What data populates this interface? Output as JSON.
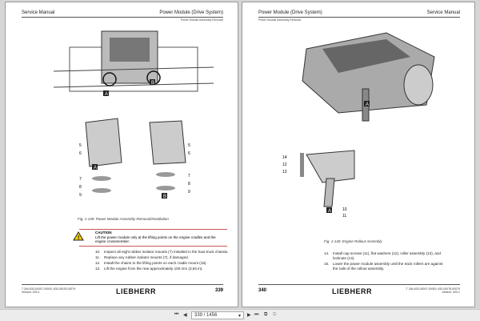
{
  "left_page": {
    "header_left": "Service Manual",
    "header_right": "Power Module (Drive System)",
    "subheader": "Power Module Assembly Removal",
    "figure_caption": "Fig. 1-139: Power Module Assembly Removal/Installation",
    "callouts": [
      "A",
      "B",
      "A",
      "B",
      "5",
      "6",
      "7",
      "8",
      "9",
      "5",
      "6",
      "7",
      "8",
      "9"
    ],
    "caution_title": "CAUTION",
    "caution_text": "Lift the power module only at the lifting points on the engine cradles and the engine crossmember.",
    "steps": [
      {
        "n": "10.",
        "t": "Inspect all eight rubber isolator mounts (7) installed in the haul truck chassis."
      },
      {
        "n": "11.",
        "t": "Replace any rubber isolator mounts (7), if damaged."
      },
      {
        "n": "12.",
        "t": "Install the chains to the lifting points on each cradle mount (15)."
      },
      {
        "n": "13.",
        "t": "Lift the engine from the rear approximately 100 mm (3,94 in)."
      }
    ],
    "doc_id": "T 264-633-00007-00000, 633-00078-00079",
    "version": "Version: 003-1",
    "logo": "LIEBHERR",
    "page_number": "339"
  },
  "right_page": {
    "header_left": "Power Module (Drive System)",
    "header_right": "Service Manual",
    "subheader": "Power Module Assembly Removal",
    "figure_caption": "Fig. 1-140: Engine Rollout Assembly",
    "callouts": [
      "A",
      "14",
      "12",
      "13",
      "A",
      "10",
      "11"
    ],
    "steps": [
      {
        "n": "14.",
        "t": "Install cap screws (11), flat washers (12), roller assembly (13), and locknuts (14)."
      },
      {
        "n": "15.",
        "t": "Lower the power module assembly until the track rollers are against the rails of the rollout assembly."
      }
    ],
    "doc_id": "T 264-633-00007-00000, 633-00078-00079",
    "version": "Version: 003-1",
    "logo": "LIEBHERR",
    "page_number": "340"
  },
  "toolbar": {
    "page_value": "339 / 1456"
  }
}
